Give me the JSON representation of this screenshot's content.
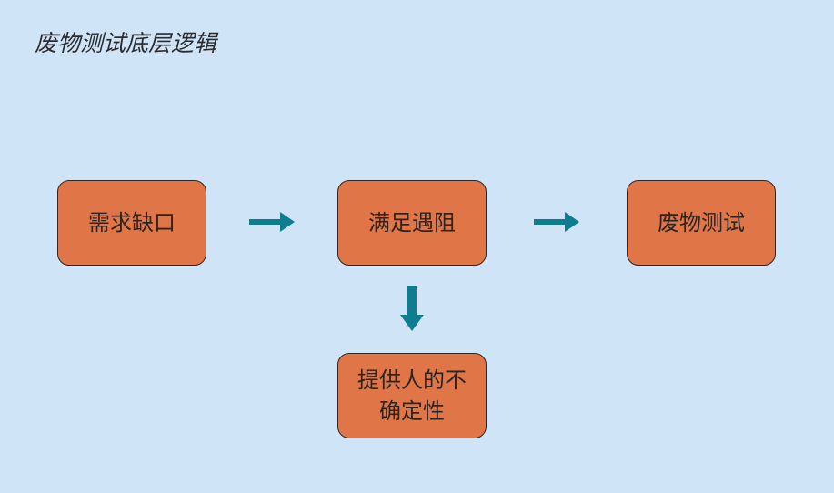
{
  "title": "废物测试底层逻辑",
  "nodes": {
    "need_gap": "需求缺口",
    "satisfy_blocked": "满足遇阻",
    "junk_test": "废物测试",
    "provider_uncertainty": "提供人的不确定性"
  },
  "colors": {
    "background": "#cfe4f7",
    "node_fill": "#e07648",
    "arrow": "#0f7d90"
  },
  "icons": {
    "arrow_right": "arrow-right",
    "arrow_down": "arrow-down"
  }
}
